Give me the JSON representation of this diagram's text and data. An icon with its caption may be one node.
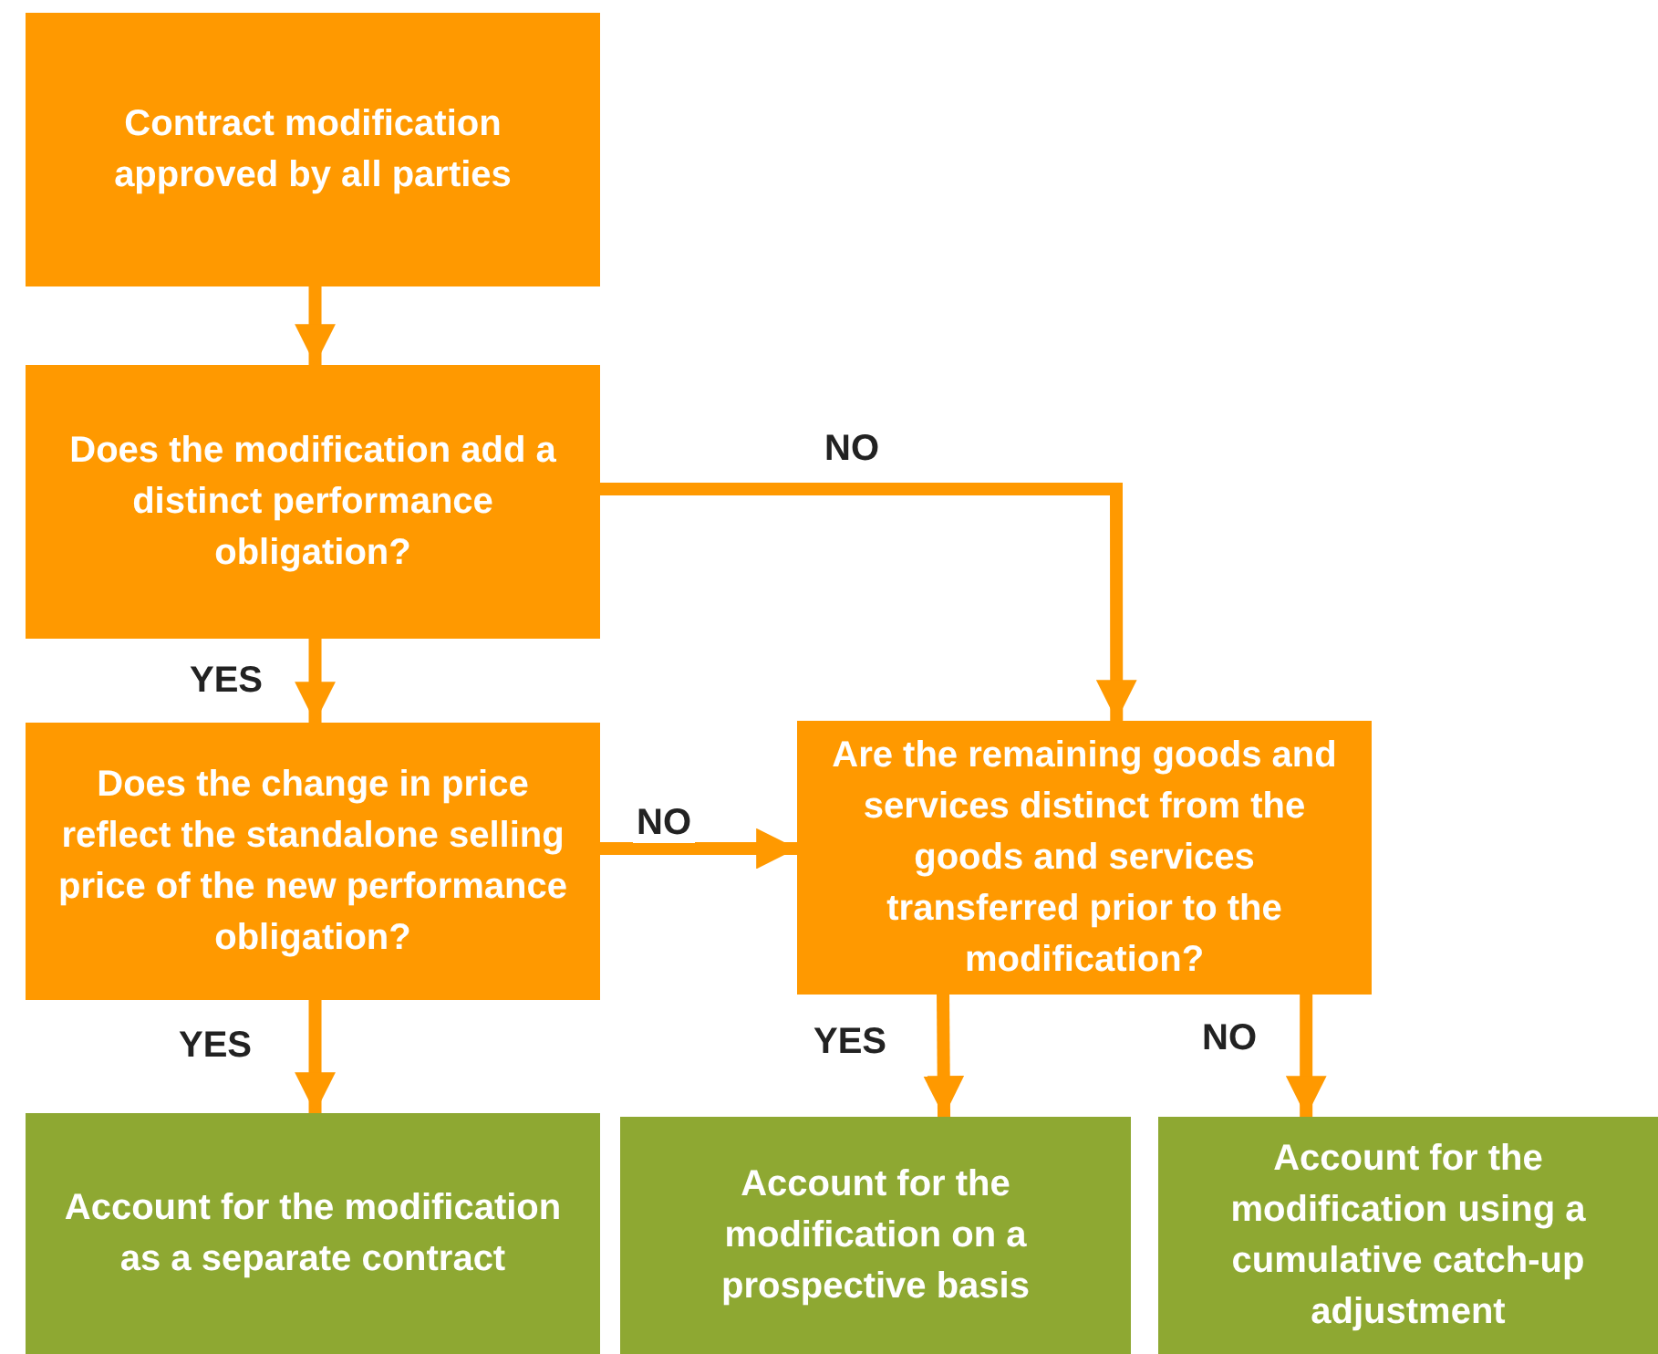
{
  "diagram": {
    "nodes": [
      {
        "text": [
          "Contract modification approved by all parties"
        ]
      },
      {
        "text": [
          "Does the modification add a distinct performance obligation?"
        ]
      },
      {
        "text": [
          "Does the change in price reflect the standalone selling price of the new performance obligation?"
        ]
      },
      {
        "text": [
          "Are the remaining goods and services distinct from the goods and services transferred prior to the modification?"
        ]
      },
      {
        "text": [
          "Account for the modification as a separate contract"
        ]
      },
      {
        "text": [
          "Account for the modification on  a prospective basis"
        ]
      },
      {
        "text": [
          "Account for the modification using a cumulative catch-up adjustment"
        ]
      }
    ],
    "edges": [
      {
        "from": 0,
        "to": 1,
        "arrow": "to"
      },
      {
        "from": 1,
        "to": 3,
        "arrow": "to",
        "label": "NO"
      },
      {
        "from": 1,
        "to": 2,
        "arrow": "to",
        "label": "YES"
      },
      {
        "from": 2,
        "to": 3,
        "arrow": "to",
        "label": "NO"
      },
      {
        "from": 2,
        "to": 4,
        "arrow": "to",
        "label": "YES"
      },
      {
        "from": 3,
        "to": 5,
        "arrow": "to",
        "label": "YES"
      },
      {
        "from": 3,
        "to": 6,
        "arrow": "to",
        "label": "NO"
      }
    ]
  }
}
